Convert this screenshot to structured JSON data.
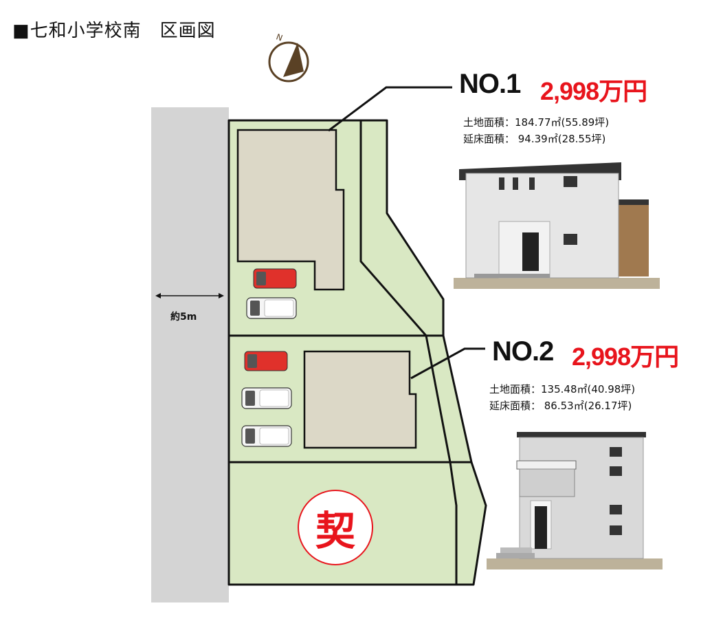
{
  "title": "■七和小学校南　区画図",
  "compass": {
    "label": "N",
    "icon": "north-arrow-icon"
  },
  "road": {
    "width_label": "約5m"
  },
  "lots": [
    {
      "no": "NO.1",
      "price": "2,998万円",
      "land_area": "土地面積：184.77㎡(55.89坪)",
      "floor_area": "延床面積：  94.39㎡(28.55坪)"
    },
    {
      "no": "NO.2",
      "price": "2,998万円",
      "land_area": "土地面積：135.48㎡(40.98坪)",
      "floor_area": "延床面積：  86.53㎡(26.17坪)"
    }
  ],
  "contract_mark": "契",
  "colors": {
    "lot_fill": "#d9e8c3",
    "house_fill": "#dcd8c7",
    "road_fill": "#d4d4d4",
    "car_red": "#e0312b",
    "price_red": "#e8141c"
  }
}
